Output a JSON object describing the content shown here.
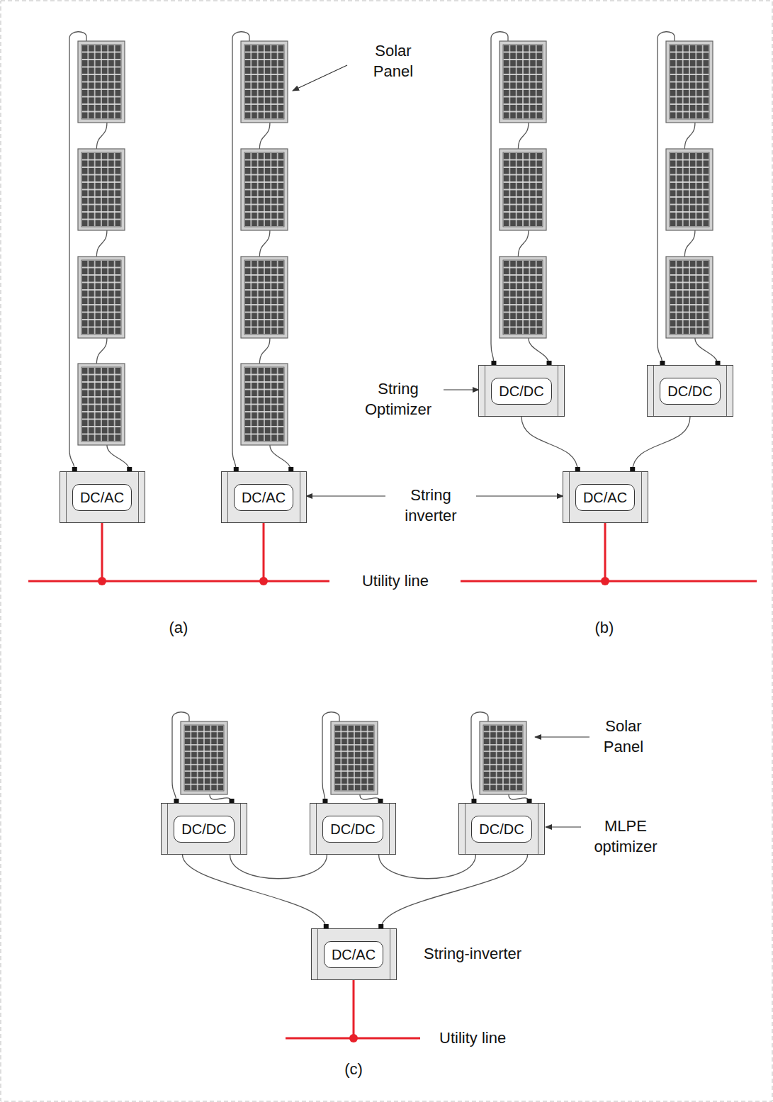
{
  "diagram": {
    "nodes": [
      {
        "text": [
          "DC/DC"
        ]
      },
      {
        "text": [
          "DC/DC"
        ]
      },
      {
        "text": [
          "DC/AC"
        ]
      },
      {
        "text": [
          "DC/AC"
        ]
      },
      {
        "text": [
          "DC/AC"
        ]
      },
      {
        "text": [
          "DC/DC"
        ]
      },
      {
        "text": [
          "DC/DC"
        ]
      },
      {
        "text": [
          "DC/DC"
        ]
      },
      {
        "text": [
          "DC/AC"
        ]
      }
    ],
    "edges": [
      {
        "from": 0,
        "to": 4,
        "arrow": "none"
      },
      {
        "from": 1,
        "to": 4,
        "arrow": "none"
      },
      {
        "from": 5,
        "to": 6,
        "arrow": "none"
      },
      {
        "from": 6,
        "to": 7,
        "arrow": "none"
      },
      {
        "from": 5,
        "to": 8,
        "arrow": "none"
      },
      {
        "from": 7,
        "to": 8,
        "arrow": "none"
      }
    ],
    "labels": [
      "Solar Panel",
      "String Optimizer",
      "String inverter",
      "Utility line",
      "(a)",
      "(b)",
      "Solar Panel",
      "MLPE optimizer",
      "String-inverter",
      "Utility line",
      "(c)"
    ]
  }
}
